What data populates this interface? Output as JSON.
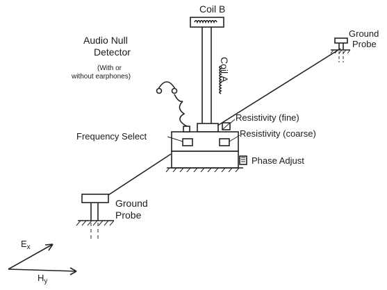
{
  "labels": {
    "coil_b": "Coil B",
    "coil_a": "Coil A",
    "audio_title_1": "Audio Null",
    "audio_title_2": "Detector",
    "audio_note_1": "(With or",
    "audio_note_2": "without earphones)",
    "resistivity_fine": "Resistivity (fine)",
    "resistivity_coarse": "Resistivity (coarse)",
    "frequency_select": "Frequency Select",
    "phase_adjust": "Phase Adjust",
    "ground_probe_right_1": "Ground",
    "ground_probe_right_2": "Probe",
    "ground_probe_left_1": "Ground",
    "ground_probe_left_2": "Probe",
    "ex_base": "E",
    "ex_sub": "x",
    "hy_base": "H",
    "hy_sub": "y"
  }
}
